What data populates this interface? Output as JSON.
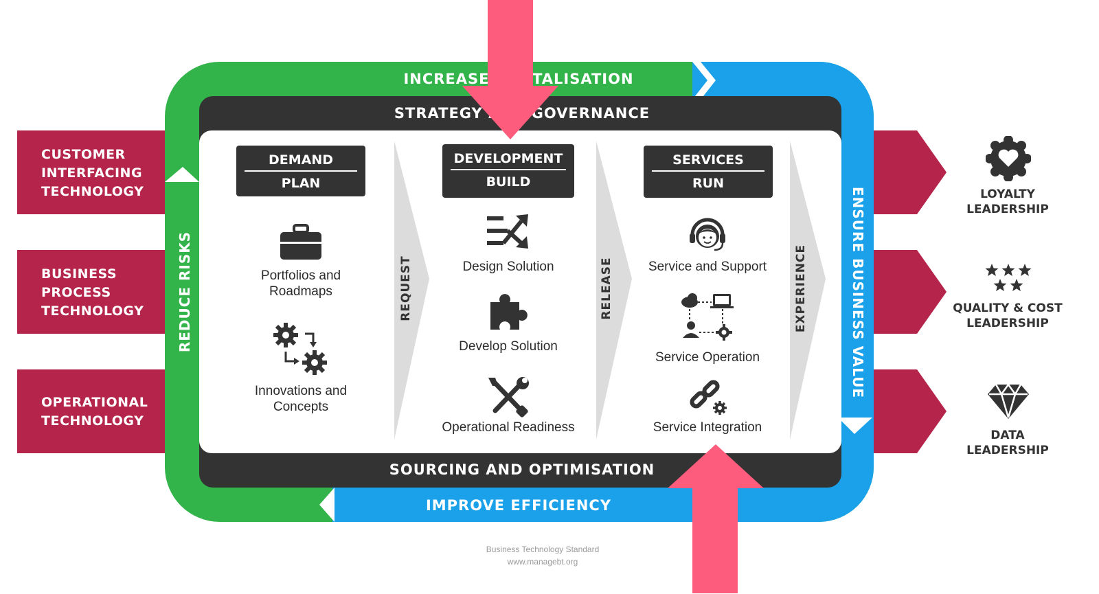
{
  "colors": {
    "green": "#32b44a",
    "blue": "#1aa1ea",
    "dark": "#333333",
    "crimson": "#b5244a",
    "pink": "#fd5c7c",
    "chevron": "#dcdcdc"
  },
  "inputs": [
    {
      "lines": [
        "CUSTOMER",
        "INTERFACING",
        "TECHNOLOGY"
      ]
    },
    {
      "lines": [
        "BUSINESS",
        "PROCESS",
        "TECHNOLOGY"
      ]
    },
    {
      "lines": [
        "OPERATIONAL",
        "TECHNOLOGY"
      ]
    }
  ],
  "outcomes": [
    {
      "icon": "heart-badge-icon",
      "lines": [
        "LOYALTY",
        "LEADERSHIP"
      ]
    },
    {
      "icon": "stars-icon",
      "lines": [
        "QUALITY & COST",
        "LEADERSHIP"
      ]
    },
    {
      "icon": "diamond-icon",
      "lines": [
        "DATA",
        "LEADERSHIP"
      ]
    }
  ],
  "frame": {
    "top": "INCREASE DIGITALISATION",
    "left": "REDUCE RISKS",
    "right": "ENSURE BUSINESS VALUE",
    "bottom": "IMPROVE EFFICIENCY"
  },
  "bands": {
    "top": "STRATEGY AND GOVERNANCE",
    "bottom": "SOURCING AND OPTIMISATION"
  },
  "columns": [
    {
      "top": "DEMAND",
      "bottom": "PLAN",
      "items": [
        {
          "icon": "briefcase-icon",
          "label": "Portfolios and\nRoadmaps"
        },
        {
          "icon": "gears-cycle-icon",
          "label": "Innovations and\nConcepts"
        }
      ]
    },
    {
      "top": "DEVELOPMENT",
      "bottom": "BUILD",
      "items": [
        {
          "icon": "shuffle-arrows-icon",
          "label": "Design Solution"
        },
        {
          "icon": "puzzle-piece-icon",
          "label": "Develop Solution"
        },
        {
          "icon": "tools-icon",
          "label": "Operational Readiness"
        }
      ]
    },
    {
      "top": "SERVICES",
      "bottom": "RUN",
      "items": [
        {
          "icon": "headset-icon",
          "label": "Service and Support"
        },
        {
          "icon": "network-operation-icon",
          "label": "Service Operation"
        },
        {
          "icon": "chain-gear-icon",
          "label": "Service Integration"
        }
      ]
    }
  ],
  "transitions": [
    "REQUEST",
    "RELEASE",
    "EXPERIENCE"
  ],
  "footer": {
    "line1": "Business Technology Standard",
    "line2": "www.managebt.org"
  }
}
